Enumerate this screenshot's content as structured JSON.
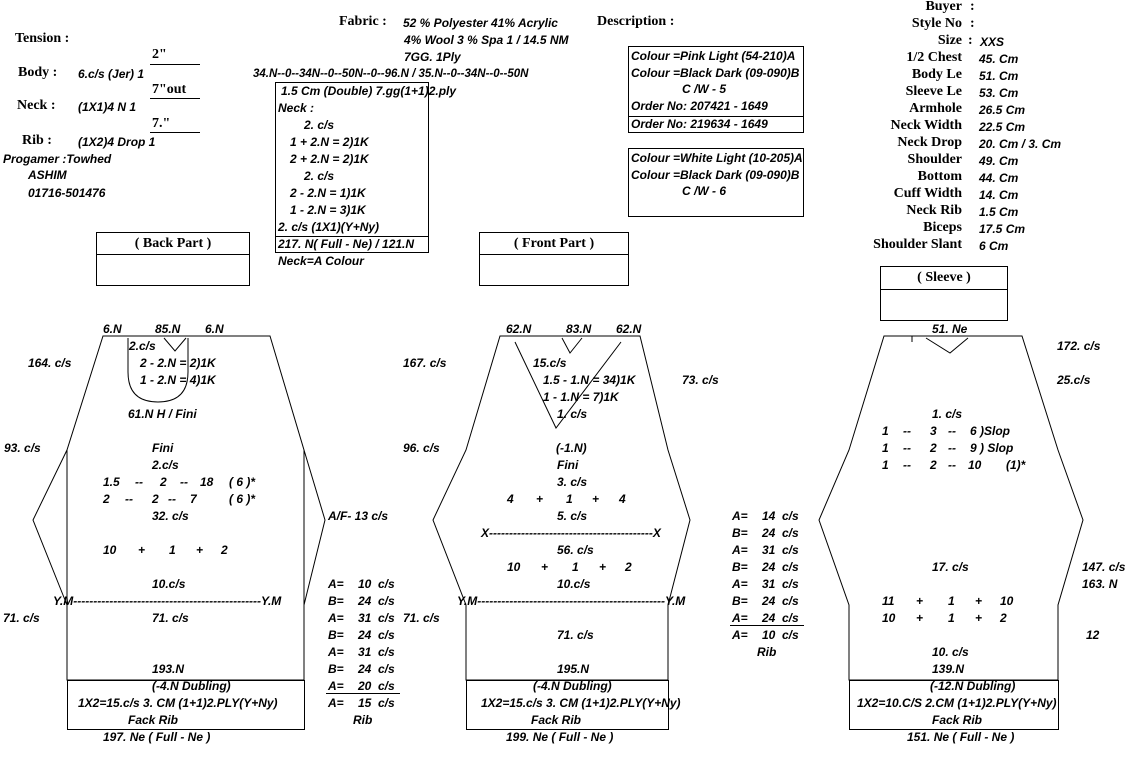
{
  "header": {
    "tension_label": "Tension :",
    "body_label": "Body :",
    "body_value": "6.c/s (Jer)  1",
    "neck_label": "Neck :",
    "neck_value": "(1X1)4 N   1",
    "rib_label": "Rib :",
    "rib_value": "(1X2)4 Drop 1",
    "tension_body": "2\"",
    "tension_neck": "7\"out",
    "tension_rib": "7.\"",
    "programmer": "Progamer :Towhed",
    "programmer_name": "ASHIM",
    "programmer_phone": "01716-501476",
    "fabric_label": "Fabric :",
    "fabric_line1": "52 % Polyester 41% Acrylic",
    "fabric_line2": "4%  Wool 3 % Spa 1 / 14.5 NM",
    "fabric_line3": "7GG. 1Ply",
    "needle_sequence": "34.N--0--34N--0--50N--0--96.N / 35.N--0--34N--0--50N",
    "description_label": "Description :"
  },
  "neck_box": {
    "lines": [
      "1.5 Cm  (Double) 7.gg(1+1)2.ply",
      "Neck :",
      "2. c/s",
      "1 + 2.N = 2)1K",
      "2 + 2.N = 2)1K",
      "2. c/s",
      "2 - 2.N = 1)1K",
      "1 - 2.N = 3)1K",
      "2. c/s (1X1)(Y+Ny)",
      "217. N( Full - Ne) / 121.N"
    ],
    "note": "Neck=A Colour"
  },
  "colour_box1": {
    "lines": [
      "Colour =Pink Light (54-210)A",
      "Colour =Black Dark (09-090)B",
      "C /W - 5",
      "Order No: 207421 - 1649",
      "Order No: 219634 - 1649"
    ]
  },
  "colour_box2": {
    "lines": [
      "Colour =White Light (10-205)A",
      "Colour =Black Dark (09-090)B",
      "C /W - 6"
    ]
  },
  "measurements": [
    {
      "label": "Buyer",
      "value": ""
    },
    {
      "label": "Style No",
      "value": ""
    },
    {
      "label": "Size",
      "value": "XXS"
    },
    {
      "label": "1/2 Chest",
      "value": "45. Cm"
    },
    {
      "label": "Body Le",
      "value": "51. Cm"
    },
    {
      "label": "Sleeve Le",
      "value": "53. Cm"
    },
    {
      "label": "Armhole",
      "value": "26.5 Cm"
    },
    {
      "label": "Neck Width",
      "value": "22.5 Cm"
    },
    {
      "label": "Neck Drop",
      "value": "20. Cm / 3. Cm"
    },
    {
      "label": "Shoulder",
      "value": "49. Cm"
    },
    {
      "label": "Bottom",
      "value": "44. Cm"
    },
    {
      "label": "Cuff Width",
      "value": "14. Cm"
    },
    {
      "label": "Neck Rib",
      "value": "1.5 Cm"
    },
    {
      "label": "Biceps",
      "value": "17.5 Cm"
    },
    {
      "label": "Shoulder Slant",
      "value": "6 Cm"
    }
  ],
  "back": {
    "title": "( Back Part )",
    "shoulder_left": "6.N",
    "neck_top": "85.N",
    "shoulder_right": "6.N",
    "neck_cs": "2.c/s",
    "neck_l1": "2 - 2.N = 2)1K",
    "neck_l2": "1 - 2.N = 4)1K",
    "left_164": "164. c/s",
    "hole": "61.N H / Fini",
    "left_93": "93. c/s",
    "fini": "Fini",
    "cs2": "2.c/s",
    "shape1": [
      "1.5",
      "--",
      "2",
      "--",
      "18",
      "( 6 )*"
    ],
    "shape2": [
      "2",
      "--",
      "2",
      "--",
      "7",
      "( 6 )*"
    ],
    "cs32": "32. c/s",
    "af": "A/F-  13  c/s",
    "inc": [
      "10",
      "+",
      "1",
      "+",
      "2"
    ],
    "cs10": "10.c/s",
    "ym_line": "Y.M-----------------------------------------------Y.M",
    "left_71": "71. c/s",
    "cs71": "71. c/s",
    "colors": [
      [
        "A=",
        "10",
        "c/s"
      ],
      [
        "B=",
        "24",
        "c/s"
      ],
      [
        "A=",
        "31",
        "c/s"
      ],
      [
        "B=",
        "24",
        "c/s"
      ],
      [
        "A=",
        "31",
        "c/s"
      ],
      [
        "B=",
        "24",
        "c/s"
      ],
      [
        "A=",
        "20",
        "c/s"
      ],
      [
        "A=",
        "15",
        "c/s"
      ]
    ],
    "rib_label": "Rib",
    "bottom_n": "193.N",
    "dubling": "(-4.N Dubling)",
    "rib_line": "1X2=15.c/s 3. CM (1+1)2.PLY(Y+Ny)",
    "fack_rib": "Fack Rib",
    "full": "197. Ne ( Full - Ne )"
  },
  "front": {
    "title": "( Front Part )",
    "shoulder_left": "62.N",
    "neck_top": "83.N",
    "shoulder_right": "62.N",
    "left_167": "167. c/s",
    "cs15": "15.c/s",
    "neck_l1": "1.5 - 1.N = 34)1K",
    "neck_l2": "1 - 1.N = 7)1K",
    "cs1": "1. c/s",
    "right_73": "73. c/s",
    "left_96": "96. c/s",
    "minus1": "(-1.N)",
    "fini": "Fini",
    "cs3": "3. c/s",
    "inc1": [
      "4",
      "+",
      "1",
      "+",
      "4"
    ],
    "cs5": "5. c/s",
    "x_line": "X-----------------------------------------X",
    "cs56": "56. c/s",
    "inc2": [
      "10",
      "+",
      "1",
      "+",
      "2"
    ],
    "cs10": "10.c/s",
    "ym_line": "Y.M-----------------------------------------------Y.M",
    "left_71": "71. c/s",
    "cs71": "71. c/s",
    "colors": [
      [
        "A=",
        "14",
        "c/s"
      ],
      [
        "B=",
        "24",
        "c/s"
      ],
      [
        "A=",
        "31",
        "c/s"
      ],
      [
        "B=",
        "24",
        "c/s"
      ],
      [
        "A=",
        "31",
        "c/s"
      ],
      [
        "B=",
        "24",
        "c/s"
      ],
      [
        "A=",
        "24",
        "c/s"
      ],
      [
        "A=",
        "10",
        "c/s"
      ]
    ],
    "rib_label": "Rib",
    "bottom_n": "195.N",
    "dubling": "(-4.N Dubling)",
    "rib_line": "1X2=15.c/s 3. CM (1+1)2.PLY(Y+Ny)",
    "fack_rib": "Fack Rib",
    "full": "199. Ne ( Full - Ne )"
  },
  "sleeve": {
    "title": "( Sleeve )",
    "top_n": "51. Ne",
    "right_172": "172. c/s",
    "right_25": "25.c/s",
    "cs1": "1. c/s",
    "slope1": [
      "1",
      "--",
      "3",
      "--",
      "6 )Slop"
    ],
    "slope2": [
      "1",
      "--",
      "2",
      "--",
      "9 ) Slop"
    ],
    "slope3": [
      "1",
      "--",
      "2",
      "--",
      "10",
      "(1)*"
    ],
    "cs17": "17. c/s",
    "right_147": "147. c/s",
    "right_163": "163. N",
    "inc1": [
      "11",
      "+",
      "1",
      "+",
      "10"
    ],
    "inc2": [
      "10",
      "+",
      "1",
      "+",
      "2"
    ],
    "right_12": "12",
    "cs10": "10. c/s",
    "n139": "139.N",
    "dubling": "(-12.N Dubling)",
    "rib_line": "1X2=10.C/S 2.CM (1+1)2.PLY(Y+Ny)",
    "fack_rib": "Fack Rib",
    "full": "151. Ne ( Full - Ne )"
  }
}
